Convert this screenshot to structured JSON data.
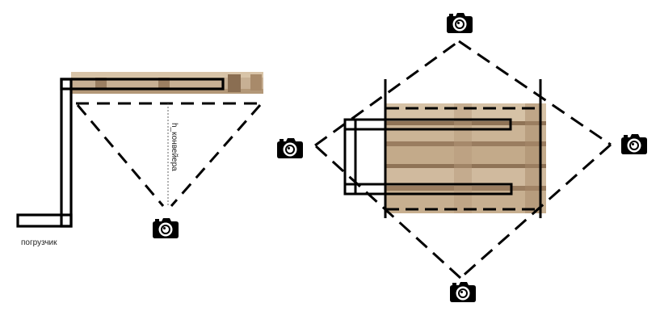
{
  "labels": {
    "loader": "погрузчик",
    "conveyor_height": "h_конвейера"
  },
  "icons": {
    "camera": "camera-icon",
    "pallet": "wooden-pallet",
    "forklift": "forklift-fork-outline"
  },
  "colors": {
    "ink": "#000000",
    "wood_light": "#cdb79a",
    "wood_mid": "#b89c7c",
    "wood_dark": "#8a6e52",
    "background": "#ffffff"
  }
}
